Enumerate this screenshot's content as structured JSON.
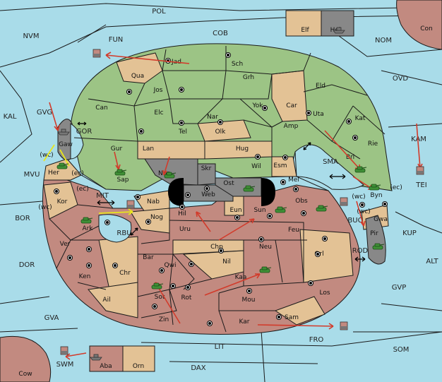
{
  "colors": {
    "sea": "#a9dce9",
    "north_land": "#9cc485",
    "south_land": "#c28a80",
    "neutral_land": "#e3c295",
    "impassable": "#888888",
    "corner_land": "#c28a80",
    "order_arrow": "#d23b2b",
    "support_arrow": "#e8e61c",
    "army_green": "#3f8f36",
    "fleet_gray": "#777777"
  },
  "seas": [
    {
      "id": "POL",
      "label": "POL"
    },
    {
      "id": "COB",
      "label": "COB"
    },
    {
      "id": "NVM",
      "label": "NVM"
    },
    {
      "id": "FUN",
      "label": "FUN"
    },
    {
      "id": "NOM",
      "label": "NOM"
    },
    {
      "id": "OVD",
      "label": "OVD"
    },
    {
      "id": "KAL",
      "label": "KAL"
    },
    {
      "id": "GVG",
      "label": "GVG"
    },
    {
      "id": "GOR",
      "label": "GOR"
    },
    {
      "id": "MVU",
      "label": "MVU"
    },
    {
      "id": "BOR",
      "label": "BOR"
    },
    {
      "id": "DOR",
      "label": "DOR"
    },
    {
      "id": "GVA",
      "label": "GVA"
    },
    {
      "id": "MIT",
      "label": "MIT"
    },
    {
      "id": "RBU",
      "label": "RBU"
    },
    {
      "id": "SMA",
      "label": "SMA"
    },
    {
      "id": "KAM",
      "label": "KAM"
    },
    {
      "id": "TEI",
      "label": "TEI"
    },
    {
      "id": "BUC",
      "label": "BUC"
    },
    {
      "id": "ROD",
      "label": "ROD"
    },
    {
      "id": "KUP",
      "label": "KUP"
    },
    {
      "id": "ALT",
      "label": "ALT"
    },
    {
      "id": "GVP",
      "label": "GVP"
    },
    {
      "id": "SOM",
      "label": "SOM"
    },
    {
      "id": "FRO",
      "label": "FRO"
    },
    {
      "id": "LIT",
      "label": "LIT"
    },
    {
      "id": "DAX",
      "label": "DAX"
    },
    {
      "id": "SWM",
      "label": "SWM"
    }
  ],
  "provinces": [
    {
      "id": "Jad",
      "label": "Jad"
    },
    {
      "id": "Sch",
      "label": "Sch"
    },
    {
      "id": "Qua",
      "label": "Qua"
    },
    {
      "id": "Jos",
      "label": "Jos"
    },
    {
      "id": "Grh",
      "label": "Grh"
    },
    {
      "id": "Eld",
      "label": "Eld"
    },
    {
      "id": "Can",
      "label": "Can"
    },
    {
      "id": "Elc",
      "label": "Elc"
    },
    {
      "id": "Nar",
      "label": "Nar"
    },
    {
      "id": "Yok",
      "label": "Yok"
    },
    {
      "id": "Car",
      "label": "Car"
    },
    {
      "id": "Uta",
      "label": "Uta"
    },
    {
      "id": "Kat",
      "label": "Kat"
    },
    {
      "id": "Tel",
      "label": "Tel"
    },
    {
      "id": "Olk",
      "label": "Olk"
    },
    {
      "id": "Amp",
      "label": "Amp"
    },
    {
      "id": "Gur",
      "label": "Gur"
    },
    {
      "id": "Lan",
      "label": "Lan"
    },
    {
      "id": "Hug",
      "label": "Hug"
    },
    {
      "id": "Rie",
      "label": "Rie"
    },
    {
      "id": "Bri",
      "label": "Bri"
    },
    {
      "id": "Gaw",
      "label": "Gaw"
    },
    {
      "id": "Nor",
      "label": "Nor"
    },
    {
      "id": "Skr",
      "label": "Skr"
    },
    {
      "id": "Wil",
      "label": "Wil"
    },
    {
      "id": "Esm",
      "label": "Esm"
    },
    {
      "id": "Her",
      "label": "Her"
    },
    {
      "id": "Sap",
      "label": "Sap"
    },
    {
      "id": "Ost",
      "label": "Ost"
    },
    {
      "id": "Web",
      "label": "Web"
    },
    {
      "id": "Mel",
      "label": "Mel"
    },
    {
      "id": "Byn",
      "label": "Byn"
    },
    {
      "id": "Kor",
      "label": "Kor"
    },
    {
      "id": "Nab",
      "label": "Nab"
    },
    {
      "id": "Eun",
      "label": "Eun"
    },
    {
      "id": "Sun",
      "label": "Sun"
    },
    {
      "id": "Obs",
      "label": "Obs"
    },
    {
      "id": "Gwa",
      "label": "Gwa"
    },
    {
      "id": "Ark",
      "label": "Ark"
    },
    {
      "id": "Nog",
      "label": "Nog"
    },
    {
      "id": "Hil",
      "label": "Hil"
    },
    {
      "id": "Uru",
      "label": "Uru"
    },
    {
      "id": "Feu",
      "label": "Feu"
    },
    {
      "id": "Pir",
      "label": "Pir"
    },
    {
      "id": "Ver",
      "label": "Ver"
    },
    {
      "id": "Chp",
      "label": "Chp"
    },
    {
      "id": "Neu",
      "label": "Neu"
    },
    {
      "id": "Orl",
      "label": "Orl"
    },
    {
      "id": "Bar",
      "label": "Bar"
    },
    {
      "id": "Qwi",
      "label": "Qwi"
    },
    {
      "id": "Nil",
      "label": "Nil"
    },
    {
      "id": "Ken",
      "label": "Ken"
    },
    {
      "id": "Chr",
      "label": "Chr"
    },
    {
      "id": "Kaa",
      "label": "Kaa"
    },
    {
      "id": "Ail",
      "label": "Ail"
    },
    {
      "id": "Sot",
      "label": "Sot"
    },
    {
      "id": "Rot",
      "label": "Rot"
    },
    {
      "id": "Mou",
      "label": "Mou"
    },
    {
      "id": "Los",
      "label": "Los"
    },
    {
      "id": "Zin",
      "label": "Zin"
    },
    {
      "id": "Kar",
      "label": "Kar"
    },
    {
      "id": "Sam",
      "label": "Sam"
    },
    {
      "id": "Elf",
      "label": "Elf"
    },
    {
      "id": "Hel",
      "label": "Hel"
    },
    {
      "id": "Con",
      "label": "Con"
    },
    {
      "id": "Cow",
      "label": "Cow"
    },
    {
      "id": "Aba",
      "label": "Aba"
    },
    {
      "id": "Orn",
      "label": "Orn"
    }
  ],
  "coast_tags": [
    {
      "id": "wc1",
      "label": "(wc)"
    },
    {
      "id": "ec1",
      "label": "(ec)"
    },
    {
      "id": "ec2",
      "label": "(ec)"
    },
    {
      "id": "wc2",
      "label": "(wc)"
    },
    {
      "id": "wc3",
      "label": "(wc)"
    },
    {
      "id": "ec3",
      "label": "(ec)"
    },
    {
      "id": "wc4",
      "label": "(wc)"
    }
  ],
  "units": [
    {
      "type": "army",
      "province": "Gur"
    },
    {
      "type": "army",
      "province": "Nor"
    },
    {
      "type": "army",
      "province": "Her"
    },
    {
      "type": "army",
      "province": "Ark"
    },
    {
      "type": "army",
      "province": "Ost"
    },
    {
      "type": "army",
      "province": "Sun"
    },
    {
      "type": "army",
      "province": "Obs"
    },
    {
      "type": "army",
      "province": "Bri"
    },
    {
      "type": "army",
      "province": "Byn"
    },
    {
      "type": "army",
      "province": "Pir"
    },
    {
      "type": "army",
      "province": "Kaa"
    },
    {
      "type": "army",
      "province": "Sot"
    },
    {
      "type": "fleet",
      "province": "Hel"
    },
    {
      "type": "fleet",
      "province": "Aba"
    },
    {
      "type": "fleet",
      "province": "Gaw"
    }
  ]
}
